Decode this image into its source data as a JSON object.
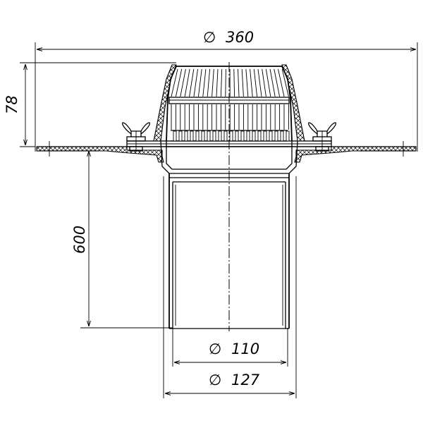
{
  "dimensions": {
    "overall_diameter": {
      "symbol": "∅",
      "value": "360"
    },
    "height": {
      "value": "78"
    },
    "pipe_length": {
      "value": "600"
    },
    "inner_diameter": {
      "symbol": "∅",
      "value": "110"
    },
    "outer_diameter": {
      "symbol": "∅",
      "value": "127"
    }
  }
}
